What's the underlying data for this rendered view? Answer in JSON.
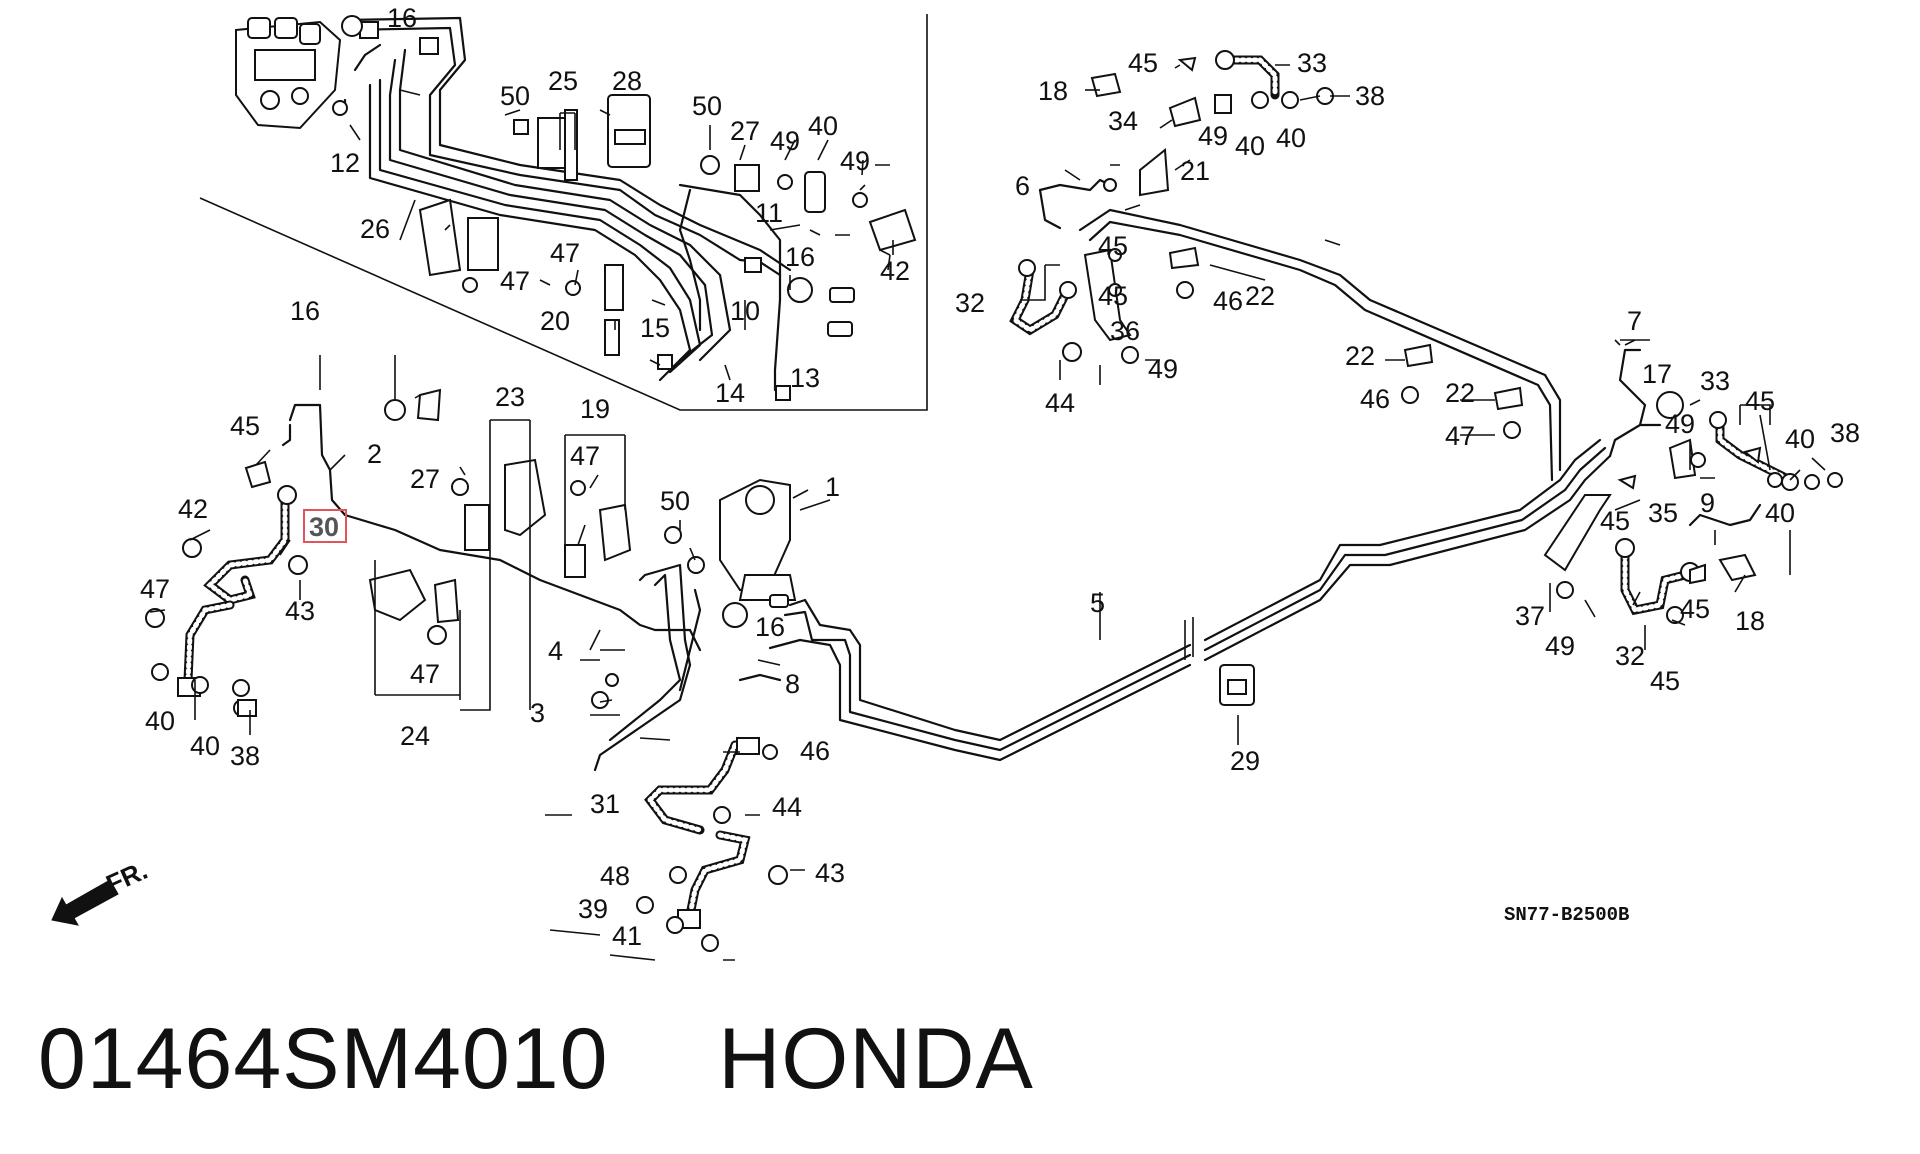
{
  "diagram": {
    "drawing_code": "SN77-B2500B",
    "front_indicator": "FR.",
    "highlighted_callout": "30",
    "highlight_color": "#e0555a",
    "callouts": [
      "1",
      "2",
      "3",
      "4",
      "5",
      "6",
      "7",
      "8",
      "9",
      "10",
      "11",
      "12",
      "13",
      "14",
      "15",
      "16",
      "16",
      "16",
      "16",
      "17",
      "18",
      "18",
      "19",
      "20",
      "21",
      "22",
      "22",
      "22",
      "23",
      "24",
      "25",
      "26",
      "27",
      "27",
      "28",
      "29",
      "30",
      "31",
      "32",
      "32",
      "33",
      "33",
      "34",
      "35",
      "36",
      "37",
      "38",
      "38",
      "38",
      "39",
      "40",
      "40",
      "40",
      "40",
      "40",
      "40",
      "40",
      "41",
      "42",
      "42",
      "43",
      "43",
      "44",
      "44",
      "45",
      "45",
      "45",
      "45",
      "45",
      "45",
      "45",
      "45",
      "46",
      "46",
      "46",
      "47",
      "47",
      "47",
      "47",
      "47",
      "47",
      "48",
      "49",
      "49",
      "49",
      "49",
      "49",
      "49",
      "50",
      "50",
      "50"
    ]
  },
  "footer": {
    "part_number": "01464SM4010",
    "brand": "HONDA"
  }
}
